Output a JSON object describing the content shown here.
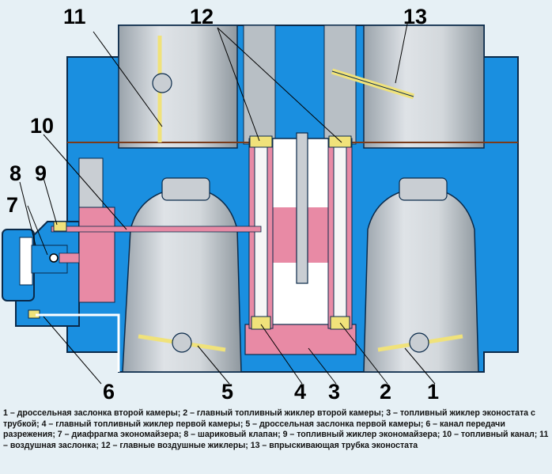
{
  "callouts": [
    "1",
    "2",
    "3",
    "4",
    "5",
    "6",
    "7",
    "8",
    "9",
    "10",
    "11",
    "12",
    "13"
  ],
  "caption": "1 – дроссельная заслонка второй камеры; 2 – главный топливный жиклер второй камеры; 3 – топливный жиклер эконостата с трубкой; 4 – главный топливный жиклер первой камеры; 5 – дроссельная заслонка первой камеры; 6 – канал передачи разрежения; 7 – диафрагма экономайзера; 8 – шариковый клапан; 9 – топливный жиклер экономайзера; 10 – топливный канал; 11 – воздушная заслонка; 12 – главные воздушные жиклеры; 13 – впрыскивающая трубка эконостата",
  "colors": {
    "body": "#1a8fe0",
    "chamber": "#c7ccd1",
    "fuel": "#e88aa5",
    "part": "#f0e27a",
    "outline": "#0a2a4a",
    "background": "#e6f0f5"
  }
}
